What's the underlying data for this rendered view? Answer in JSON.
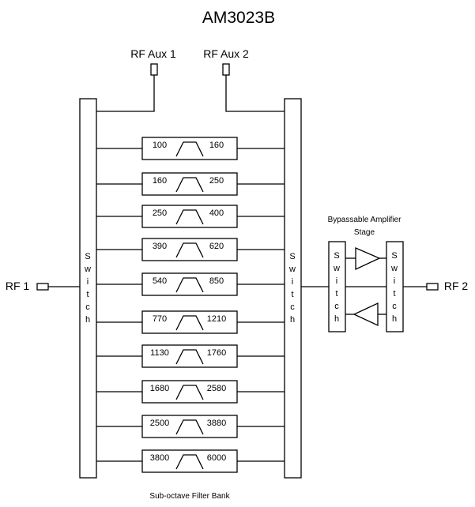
{
  "title": "AM3023B",
  "ports": {
    "rf_aux_1": "RF Aux 1",
    "rf_aux_2": "RF Aux 2",
    "rf_1": "RF 1",
    "rf_2": "RF 2"
  },
  "switch_label": [
    "S",
    "w",
    "i",
    "t",
    "c",
    "h"
  ],
  "amplifier_stage": {
    "label_line1": "Bypassable Amplifier",
    "label_line2": "Stage"
  },
  "filter_bank": {
    "label": "Sub-octave Filter Bank",
    "filters": [
      {
        "low": "100",
        "high": "160"
      },
      {
        "low": "160",
        "high": "250"
      },
      {
        "low": "250",
        "high": "400"
      },
      {
        "low": "390",
        "high": "620"
      },
      {
        "low": "540",
        "high": "850"
      },
      {
        "low": "770",
        "high": "1210"
      },
      {
        "low": "1130",
        "high": "1760"
      },
      {
        "low": "1680",
        "high": "2580"
      },
      {
        "low": "2500",
        "high": "3880"
      },
      {
        "low": "3800",
        "high": "6000"
      }
    ]
  }
}
